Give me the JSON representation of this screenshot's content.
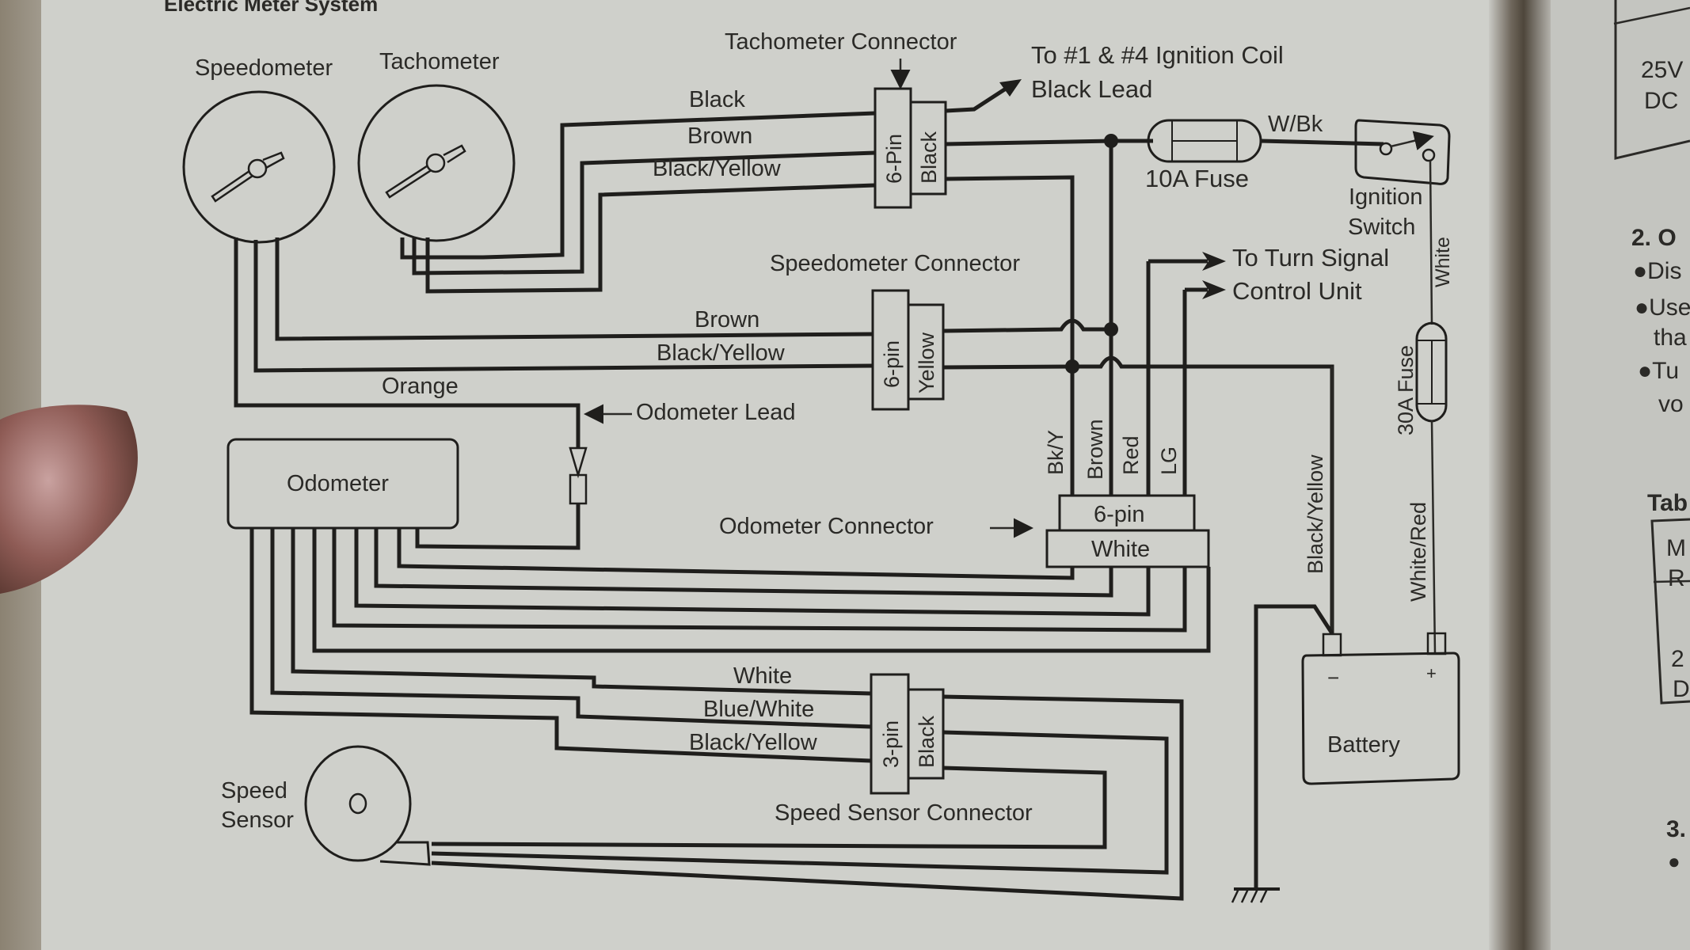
{
  "page": {
    "section_title": "Electric Meter System"
  },
  "components": {
    "speedometer": "Speedometer",
    "tachometer": "Tachometer",
    "odometer": "Odometer",
    "speed_sensor_line1": "Speed",
    "speed_sensor_line2": "Sensor",
    "battery": "Battery",
    "battery_minus": "−",
    "battery_plus": "+",
    "ignition_switch_line1": "Ignition",
    "ignition_switch_line2": "Switch",
    "fuse_10a": "10A Fuse",
    "fuse_30a": "30A Fuse"
  },
  "connectors": {
    "tachometer": {
      "label": "Tachometer Connector",
      "pin": "6-Pin",
      "color": "Black"
    },
    "speedometer": {
      "label": "Speedometer Connector",
      "pin": "6-pin",
      "color": "Yellow"
    },
    "odometer": {
      "label": "Odometer Connector",
      "pin": "6-pin",
      "color": "White"
    },
    "speed_sensor": {
      "label": "Speed Sensor Connector",
      "pin": "3-pin",
      "color": "Black"
    }
  },
  "annotations": {
    "ignition_coil_line1": "To #1 & #4 Ignition Coil",
    "ignition_coil_line2": "Black Lead",
    "turn_signal_line1": "To Turn Signal",
    "turn_signal_line2": "Control Unit",
    "odometer_lead": "Odometer Lead"
  },
  "wires": {
    "tach_black": "Black",
    "tach_brown": "Brown",
    "tach_bky": "Black/Yellow",
    "speedo_brown": "Brown",
    "speedo_bky": "Black/Yellow",
    "orange": "Orange",
    "w_bk": "W/Bk",
    "white": "White",
    "white_red": "White/Red",
    "black_yellow_batt": "Black/Yellow",
    "odo_bky": "Bk/Y",
    "odo_brown": "Brown",
    "odo_red": "Red",
    "odo_lg": "LG",
    "ss_white": "White",
    "ss_blue_white": "Blue/White",
    "ss_bky": "Black/Yellow"
  },
  "facing_page": {
    "table_top_line1": "25V",
    "table_top_line2": "DC",
    "heading_2": "2. O",
    "bullet_1": "●Dis",
    "bullet_2": "●Use",
    "bullet_2_cont": "tha",
    "bullet_3": "●Tu",
    "bullet_3_cont": "vo",
    "table_label": "Tab",
    "table2_row1a": "M",
    "table2_row1b": "R",
    "table2_row2a": "2",
    "table2_row2b": "D",
    "heading_3": "3.",
    "bullet_4": "●"
  }
}
